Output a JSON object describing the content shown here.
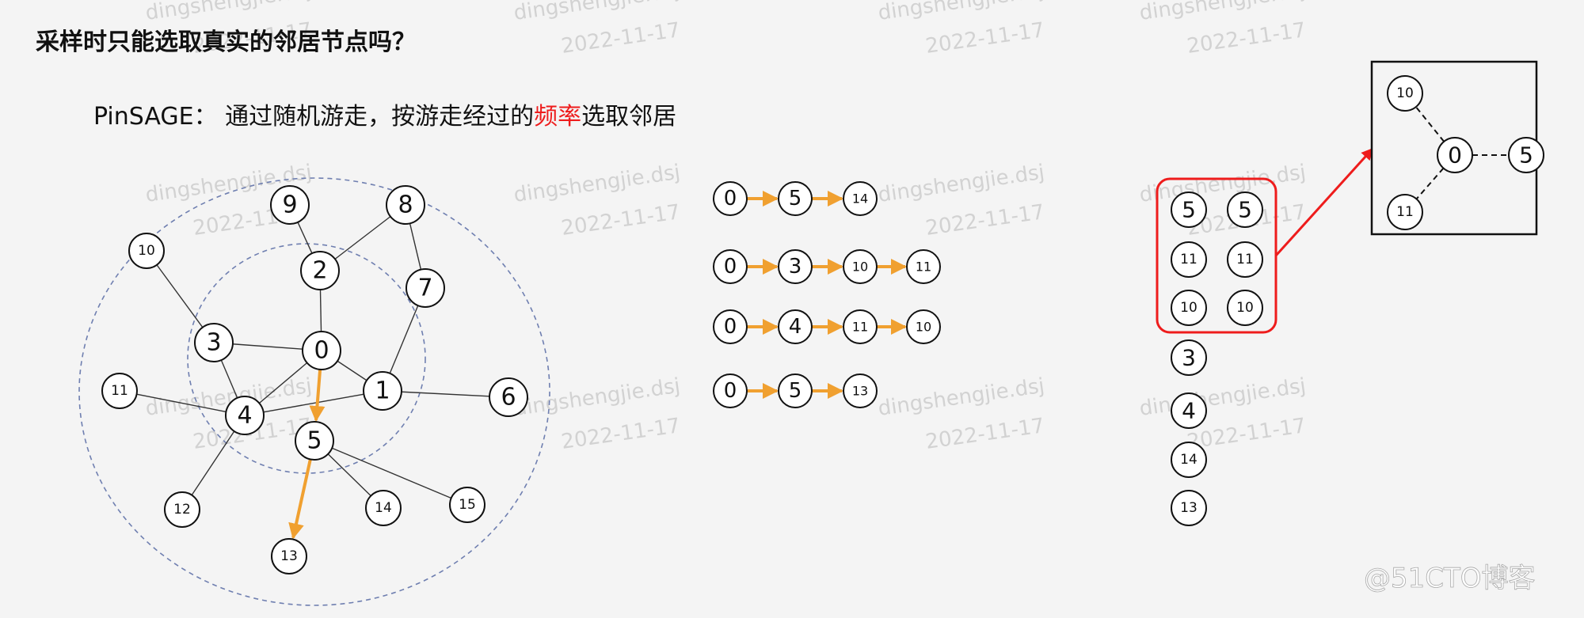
{
  "slide": {
    "title": "采样时只能选取真实的邻居节点吗？",
    "subtitle_prefix": "PinSAGE： 通过随机游走，按游走经过的",
    "subtitle_highlight": "频率",
    "subtitle_suffix": "选取邻居",
    "colors": {
      "walk_arrow": "#f0a030",
      "highlight": "#ee1c1c",
      "ring": "#6f7fb0"
    }
  },
  "graph": {
    "nodes": [
      "0",
      "1",
      "2",
      "3",
      "4",
      "5",
      "6",
      "7",
      "8",
      "9",
      "10",
      "11",
      "12",
      "13",
      "14",
      "15"
    ],
    "edges": [
      [
        "0",
        "2"
      ],
      [
        "0",
        "3"
      ],
      [
        "0",
        "4"
      ],
      [
        "0",
        "1"
      ],
      [
        "0",
        "5"
      ],
      [
        "2",
        "9"
      ],
      [
        "2",
        "8"
      ],
      [
        "8",
        "7"
      ],
      [
        "7",
        "1"
      ],
      [
        "1",
        "6"
      ],
      [
        "1",
        "4"
      ],
      [
        "3",
        "10"
      ],
      [
        "3",
        "4"
      ],
      [
        "4",
        "11"
      ],
      [
        "4",
        "12"
      ],
      [
        "5",
        "14"
      ],
      [
        "5",
        "15"
      ],
      [
        "5",
        "13"
      ]
    ],
    "walk_path": [
      "0",
      "5",
      "13"
    ]
  },
  "walks": [
    [
      "0",
      "5",
      "14"
    ],
    [
      "0",
      "3",
      "10",
      "11"
    ],
    [
      "0",
      "4",
      "11",
      "10"
    ],
    [
      "0",
      "5",
      "13"
    ]
  ],
  "tally": {
    "grouped": [
      [
        "5",
        "5"
      ],
      [
        "11",
        "11"
      ],
      [
        "10",
        "10"
      ]
    ],
    "singles": [
      "3",
      "4",
      "14",
      "13"
    ]
  },
  "result": {
    "center": "0",
    "neighbors": [
      "10",
      "5",
      "11"
    ]
  },
  "watermarks": {
    "user": "dingshengjie.dsj",
    "date": "2022-11-17",
    "brand": "@51CTO博客"
  }
}
